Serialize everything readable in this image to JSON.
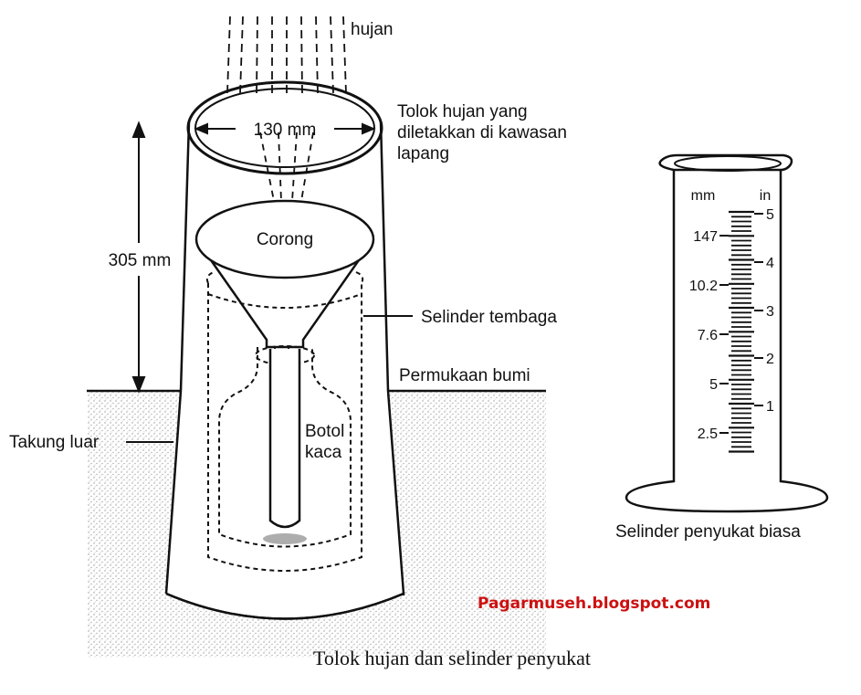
{
  "labels": {
    "rain": "hujan",
    "gauge_line1": "Tolok hujan yang",
    "gauge_line2": "diletakkan di kawasan",
    "gauge_line3": "lapang",
    "diameter": "130 mm",
    "height": "305 mm",
    "funnel": "Corong",
    "copper_cylinder": "Selinder tembaga",
    "ground_surface": "Permukaan bumi",
    "outer_container": "Takung luar",
    "bottle_line1": "Botol",
    "bottle_line2": "kaca",
    "measuring_cylinder": "Selinder penyukat biasa",
    "caption": "Tolok hujan dan selinder penyukat",
    "watermark": "Pagarmuseh.blogspot.com"
  },
  "scale": {
    "left_unit": "mm",
    "right_unit": "in",
    "left_ticks": [
      "147",
      "10.2",
      "7.6",
      "5",
      "2.5"
    ],
    "right_ticks": [
      "5",
      "4",
      "3",
      "2",
      "1"
    ]
  },
  "colors": {
    "ink": "#111111",
    "watermark": "#cc1111",
    "ground_stipple": "#b8b8b8"
  }
}
